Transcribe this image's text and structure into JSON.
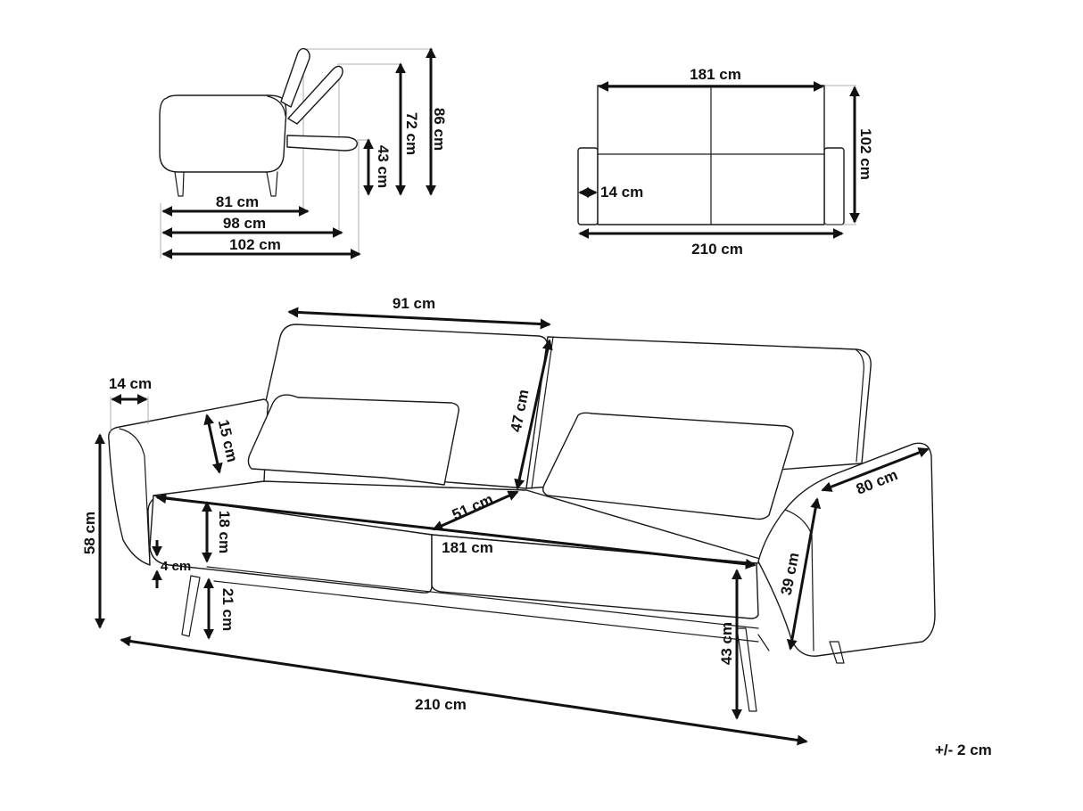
{
  "side_view": {
    "depth_seat": "81 cm",
    "depth_back": "98 cm",
    "depth_total": "102 cm",
    "height_seat": "43 cm",
    "height_back": "72 cm",
    "height_total": "86 cm"
  },
  "top_view": {
    "inner_width": "181 cm",
    "total_width": "210 cm",
    "depth": "102 cm",
    "arm_width": "14 cm"
  },
  "main_view": {
    "back_width": "91 cm",
    "back_height": "47 cm",
    "arm_top": "14 cm",
    "arm_inner": "15 cm",
    "total_height": "58 cm",
    "seat_thickness": "18 cm",
    "seat_gap": "4 cm",
    "leg_height": "21 cm",
    "seat_depth": "51 cm",
    "seat_width": "181 cm",
    "arm_depth": "80 cm",
    "arm_height": "39 cm",
    "seat_height": "43 cm",
    "total_width": "210 cm"
  },
  "tolerance": "+/- 2 cm"
}
